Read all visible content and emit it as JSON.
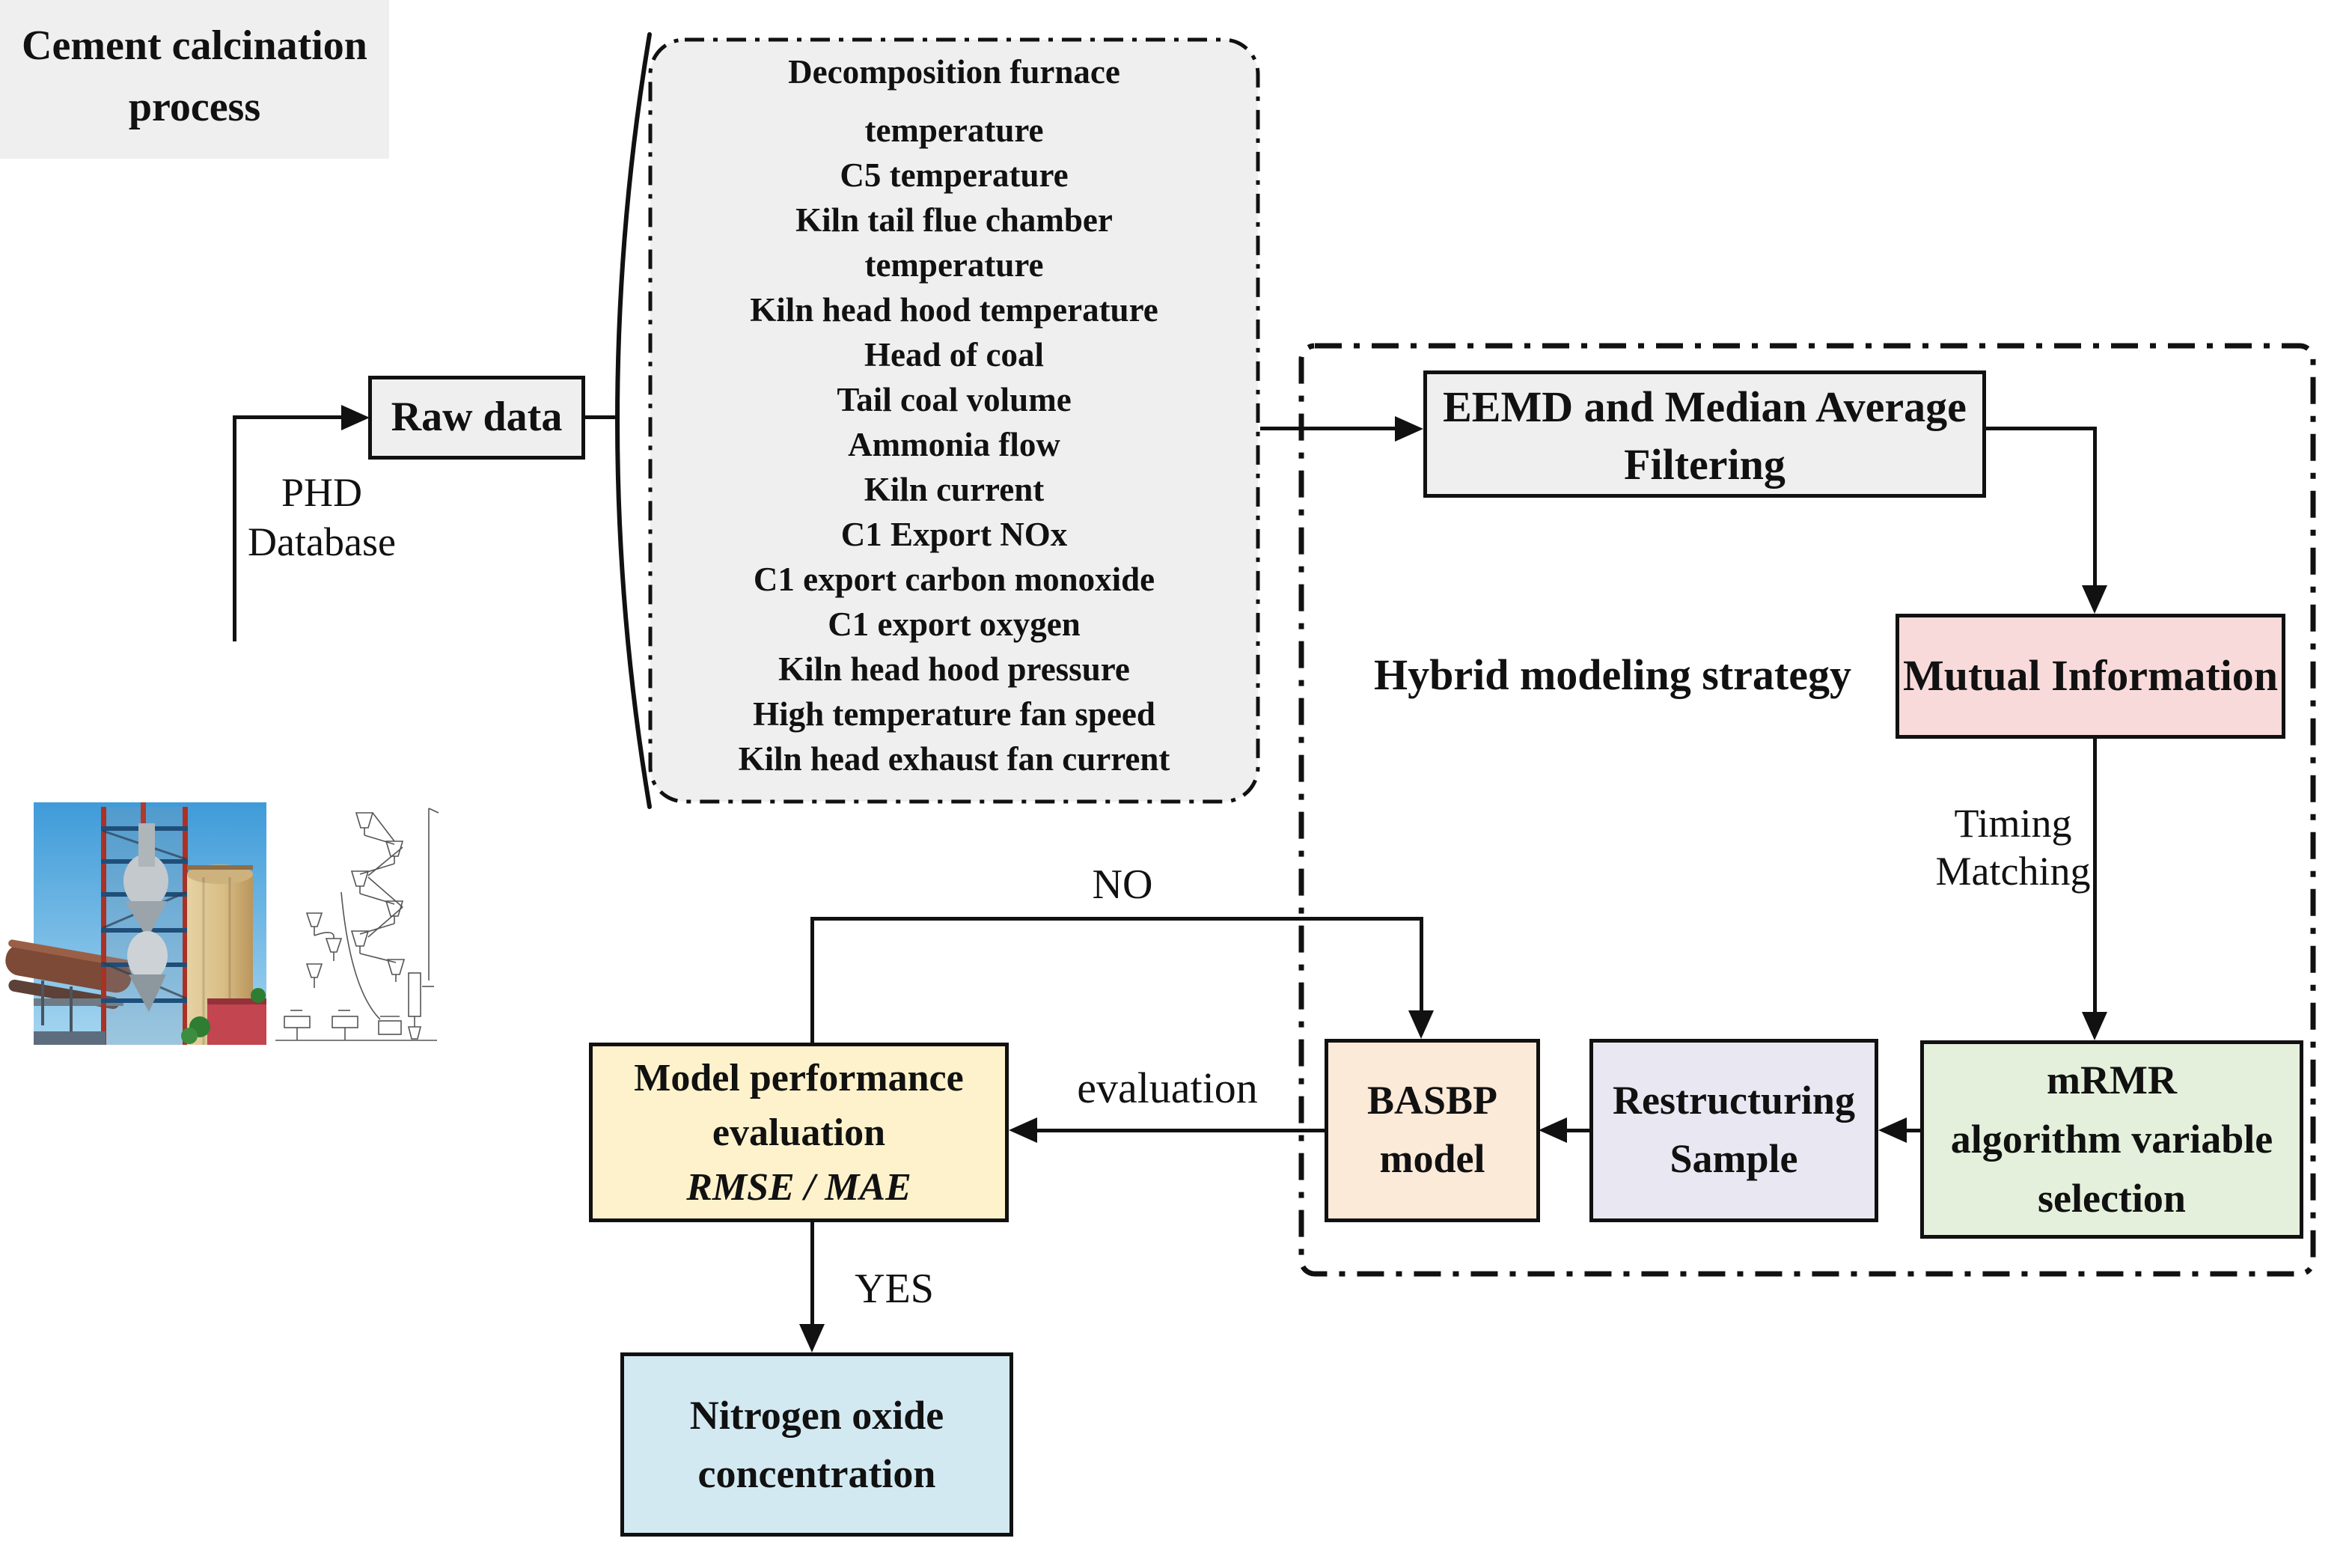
{
  "figure": {
    "source_process": {
      "label": [
        "Cement calcination",
        "process"
      ]
    },
    "phd_database": {
      "label": [
        "PHD",
        "Database"
      ]
    },
    "raw_data": {
      "label": "Raw data"
    },
    "process_variables": {
      "lines": [
        "Decomposition furnace",
        "temperature",
        "C5 temperature",
        "Kiln tail flue chamber",
        "temperature",
        "Kiln head hood temperature",
        "Head of coal",
        "Tail coal volume",
        "Ammonia flow",
        "Kiln current",
        "C1 Export NOx",
        "C1 export carbon monoxide",
        "C1 export oxygen",
        "Kiln head hood pressure",
        "High temperature fan speed",
        "Kiln head exhaust fan current"
      ]
    },
    "hybrid_container": {
      "label": "Hybrid modeling strategy"
    },
    "eemd_filtering": {
      "label": [
        "EEMD and Median Average",
        "Filtering"
      ]
    },
    "mutual_information": {
      "label": "Mutual Information"
    },
    "timing_matching": {
      "label": [
        "Timing",
        "Matching"
      ]
    },
    "mrmr_selection": {
      "label": [
        "mRMR",
        "algorithm variable",
        "selection"
      ]
    },
    "restructuring_sample": {
      "label": [
        "Restructuring",
        "Sample"
      ]
    },
    "basbp_model": {
      "label": [
        "BASBP",
        "model"
      ]
    },
    "model_evaluation": {
      "label": [
        "Model performance",
        "evaluation"
      ],
      "metrics": "RMSE / MAE"
    },
    "output_box": {
      "label": [
        "Nitrogen oxide",
        "concentration"
      ]
    },
    "edge_labels": {
      "no": "NO",
      "yes": "YES",
      "evaluation": "evaluation"
    }
  },
  "colors": {
    "box_gray": "#efefef",
    "mutual_pink": "#f9dada",
    "mrmr_green": "#e4f0dc",
    "restructuring_lavender": "#e9e7f1",
    "basbp_peach": "#fcead9",
    "evaluation_yellow": "#fdf2cb",
    "output_blue": "#d3e9f2",
    "line_black": "#111111"
  }
}
